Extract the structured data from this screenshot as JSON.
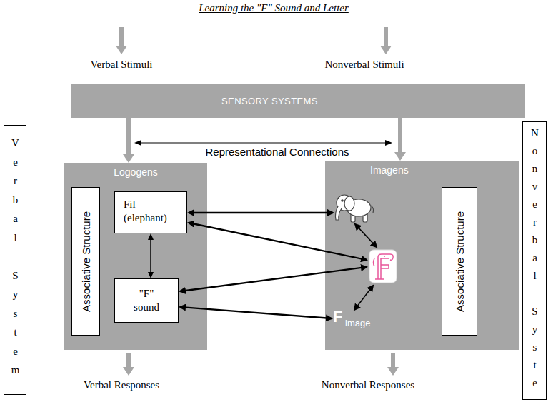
{
  "diagram": {
    "title": "Learning the \"F\" Sound and Letter",
    "nodes": [
      {
        "text": [
          "SENSORY SYSTEMS"
        ]
      },
      {
        "text": [
          "Logogens"
        ]
      },
      {
        "text": [
          "Associative Structure"
        ],
        "in": 1
      },
      {
        "text": [
          "Fil (elephant)"
        ],
        "in": 1
      },
      {
        "text": [
          "\"F\" sound"
        ],
        "in": 1
      },
      {
        "text": [
          "Imagens"
        ]
      },
      {
        "text": [
          "Associative Structure"
        ],
        "in": 5
      },
      {
        "text": [
          "Verbal System"
        ]
      },
      {
        "text": [
          "Nonverbal Syste"
        ]
      }
    ],
    "edges": [
      {
        "from": 0,
        "to": 1,
        "arrow": "to"
      },
      {
        "from": 0,
        "to": 5,
        "arrow": "to"
      },
      {
        "from": 3,
        "to": 4,
        "arrow": "both"
      }
    ],
    "labels": [
      "Verbal Stimuli",
      "Nonverbal Stimuli",
      "Representational Connections",
      "F",
      "image",
      "Verbal Responses",
      "Nonverbal Responses"
    ]
  }
}
